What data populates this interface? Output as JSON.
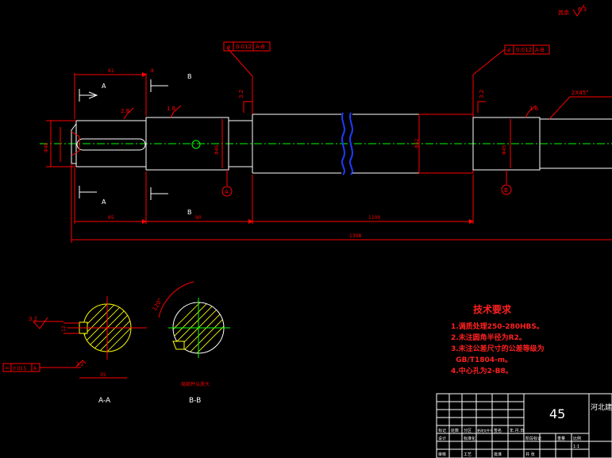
{
  "roughness_corner": {
    "label": "其余",
    "value": "6.3"
  },
  "tolerances": {
    "left": {
      "value": "0.012",
      "datum": "A-B"
    },
    "right": {
      "value": "0.012",
      "datum": "A-B"
    },
    "keyway": {
      "symbol": "=",
      "value": "0.015",
      "datum": "A"
    }
  },
  "section_labels": {
    "a": "A",
    "b": "B"
  },
  "dimensions": {
    "top_61": "61",
    "top_8": "8",
    "d65": "65",
    "d90": "90",
    "d1100": "1100",
    "d1308": "1308",
    "chamfer": "2X45°",
    "dia_left": "Φ40",
    "dia_mid": "Φ45",
    "dia_center": "Φ52",
    "dia_right": "Φ45",
    "rough_16a": "1.6",
    "rough_16b": "1.6",
    "rough_32a": "3.2",
    "rough_32b": "3.2",
    "rough_28": "2.8",
    "rough_32c": "3.2",
    "rough_32d": "3.2",
    "keyway_12": "12",
    "keyway_35": "35",
    "sec_angle": "120°"
  },
  "section_views": {
    "aa_title": "A-A",
    "bb_title": "B-B",
    "bb_note": "局部并以放大"
  },
  "datums": {
    "a": "A",
    "b": "B"
  },
  "tech_requirements": {
    "title": "技术要求",
    "items": [
      "1.调质处理250-280HBS。",
      "2.未注圆角半径为R2。",
      "3.未注公差尺寸的公差等级为",
      "  GB/T1804-m。",
      "4.中心孔为2-B8。"
    ]
  },
  "title_block": {
    "material": "45",
    "school": "河北建筑",
    "scale_label": "比例",
    "scale_value": "1:1",
    "weight_label": "重量",
    "sheet_label": "共 张",
    "row_labels": [
      "标记",
      "处数",
      "分区",
      "更改文件号",
      "签名",
      "年.月.日"
    ],
    "design_labels": [
      "设计",
      "标准化",
      "阶段标记"
    ],
    "review_labels": [
      "审核",
      "工艺",
      "批准"
    ]
  }
}
